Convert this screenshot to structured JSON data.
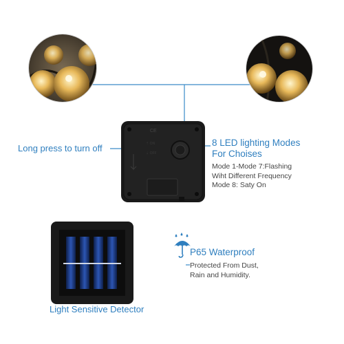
{
  "controller": {
    "long_press_label": "Long press to turn off",
    "modes_title_line1": "8 LED lighting Modes",
    "modes_title_line2": "For Choises",
    "modes_desc_line1": "Mode 1-Mode 7:Flashing",
    "modes_desc_line2": "Wiht Different Frequency",
    "modes_desc_line3": "Mode 8: Saty On",
    "panel_text_line1": "CE",
    "panel_text_line2": "ON",
    "panel_text_line3": "OFF"
  },
  "waterproof": {
    "rating": "P65 Waterproof",
    "desc_line1": "Protected From Dust,",
    "desc_line2": "Rain and Humidity."
  },
  "solar": {
    "detector_label": "Light Sensitive Detector"
  },
  "colors": {
    "accent_blue": "#2f7fbf",
    "line_blue": "#3a8ac8",
    "panel_black": "#1a1a1a",
    "bulb_warm": "#e8b95a"
  }
}
